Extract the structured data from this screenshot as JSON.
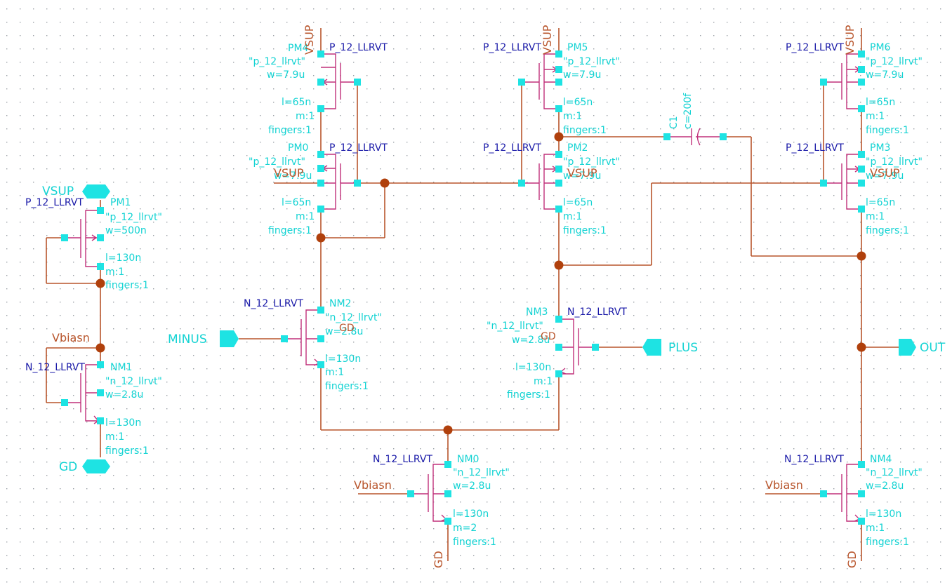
{
  "schematic": {
    "grid_color": "#9aa0a6",
    "wire_color": "#b8552c",
    "device_color": "#c0307a",
    "pin_color": "#1ee3e3",
    "devices": {
      "PM1": {
        "cell": "P_12_LLRVT",
        "name": "PM1",
        "model": "\"p_12_llrvt\"",
        "w": "w=500n",
        "l": "l=130n",
        "m": "m:1",
        "fingers": "fingers:1"
      },
      "NM1": {
        "cell": "N_12_LLRVT",
        "name": "NM1",
        "model": "\"n_12_llrvt\"",
        "w": "w=2.8u",
        "l": "l=130n",
        "m": "m:1",
        "fingers": "fingers:1"
      },
      "PM4": {
        "cell": "P_12_LLRVT",
        "name": "PM4",
        "model": "\"p_12_llrvt\"",
        "w": "w=7.9u",
        "l": "l=65n",
        "m": "m:1",
        "fingers": "fingers:1"
      },
      "PM0": {
        "cell": "P_12_LLRVT",
        "name": "PM0",
        "model": "\"p_12_llrvt\"",
        "w": "w=7.9u",
        "l": "l=65n",
        "m": "m:1",
        "fingers": "fingers:1"
      },
      "PM5": {
        "cell": "P_12_LLRVT",
        "name": "PM5",
        "model": "\"p_12_llrvt\"",
        "w": "w=7.9u",
        "l": "l=65n",
        "m": "m:1",
        "fingers": "fingers:1"
      },
      "PM2": {
        "cell": "P_12_LLRVT",
        "name": "PM2",
        "model": "\"p_12_llrvt\"",
        "w": "w=7.9u",
        "l": "l=65n",
        "m": "m:1",
        "fingers": "fingers:1"
      },
      "PM6": {
        "cell": "P_12_LLRVT",
        "name": "PM6",
        "model": "\"p_12_llrvt\"",
        "w": "w=7.9u",
        "l": "l=65n",
        "m": "m:1",
        "fingers": "fingers:1"
      },
      "PM3": {
        "cell": "P_12_LLRVT",
        "name": "PM3",
        "model": "\"p_12_llrvt\"",
        "w": "w=7.9u",
        "l": "l=65n",
        "m": "m:1",
        "fingers": "fingers:1"
      },
      "NM2": {
        "cell": "N_12_LLRVT",
        "name": "NM2",
        "model": "\"n_12_llrvt\"",
        "w": "w=2.8u",
        "l": "l=130n",
        "m": "m:1",
        "fingers": "fingers:1"
      },
      "NM3": {
        "cell": "N_12_LLRVT",
        "name": "NM3",
        "model": "\"n_12_llrvt\"",
        "w": "w=2.8u",
        "l": "l=130n",
        "m": "m:1",
        "fingers": "fingers:1"
      },
      "NM0": {
        "cell": "N_12_LLRVT",
        "name": "NM0",
        "model": "\"n_12_llrvt\"",
        "w": "w=2.8u",
        "l": "l=130n",
        "m": "m=2",
        "fingers": "fingers:1"
      },
      "NM4": {
        "cell": "N_12_LLRVT",
        "name": "NM4",
        "model": "\"n_12_llrvt\"",
        "w": "w=2.8u",
        "l": "l=130n",
        "m": "m:1",
        "fingers": "fingers:1"
      }
    },
    "cap": {
      "name": "C1",
      "value": "c=200f"
    },
    "nets": {
      "vsup": "VSUP",
      "gd": "GD",
      "vbiasn": "Vbiasn"
    },
    "pins": {
      "vsup": "VSUP",
      "gd": "GD",
      "minus": "MINUS",
      "plus": "PLUS",
      "out": "OUT"
    }
  }
}
